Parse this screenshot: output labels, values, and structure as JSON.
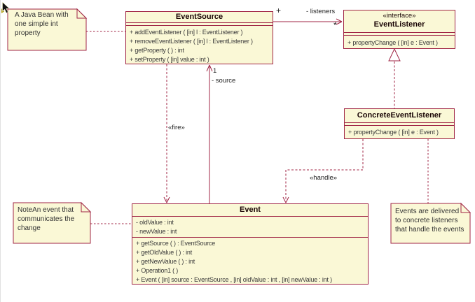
{
  "diagram_type": "uml-class-diagram",
  "colors": {
    "shape_fill": "#FAF8D6",
    "shape_border": "#A02545",
    "member_text": "#3A3A3A",
    "note_text": "#333333",
    "background": "#FFFFFF"
  },
  "classes": [
    {
      "name": "EventSource",
      "attributes": [],
      "operations": [
        "+ addEventListener ( [in] l : EventListener )",
        "+ removeEventListener ( [in] l : EventListener )",
        "+ getProperty ( ) : int",
        "+ setProperty ( [in] value : int )"
      ]
    },
    {
      "stereotype": "«interface»",
      "name": "EventListener",
      "attributes": [],
      "operations": [
        "+ propertyChange ( [in] e : Event )"
      ]
    },
    {
      "name": "ConcreteEventListener",
      "attributes": [],
      "operations": [
        "+ propertyChange ( [in] e : Event )"
      ]
    },
    {
      "name": "Event",
      "attributes": [
        "- oldValue : int",
        "- newValue : int"
      ],
      "operations": [
        "+ getSource ( ) : EventSource",
        "+ getOldValue ( ) : int",
        "+ getNewValue ( ) : int",
        "+ Operation1 ( )",
        "+ Event ( [in] source : EventSource , [in] oldValue : int , [in] newValue : int )"
      ]
    }
  ],
  "notes": [
    {
      "lines": [
        "A Java Bean with",
        "one simple int",
        "property"
      ]
    },
    {
      "lines": [
        "NoteAn event that",
        "communicates the",
        "change"
      ]
    },
    {
      "lines": [
        "Events are delivered",
        "to concrete listeners",
        "that handle the events"
      ]
    }
  ],
  "relationships": [
    {
      "type": "association",
      "from": "EventSource",
      "to": "EventListener",
      "source_label": "+",
      "target_name": "- listeners",
      "target_multiplicity": "*"
    },
    {
      "type": "realization",
      "from": "ConcreteEventListener",
      "to": "EventListener"
    },
    {
      "type": "association",
      "from": "Event",
      "to": "EventSource",
      "target_multiplicity": "1",
      "target_name": "- source"
    },
    {
      "type": "dependency",
      "from": "EventSource",
      "to": "Event",
      "stereotype": "«fire»"
    },
    {
      "type": "dependency",
      "from": "ConcreteEventListener",
      "to": "Event",
      "stereotype": "«handle»"
    },
    {
      "type": "note-link",
      "from": "note-java-bean",
      "to": "EventSource"
    },
    {
      "type": "note-link",
      "from": "note-event-change",
      "to": "Event"
    },
    {
      "type": "note-link",
      "from": "ConcreteEventListener",
      "to": "note-events-delivered"
    }
  ]
}
